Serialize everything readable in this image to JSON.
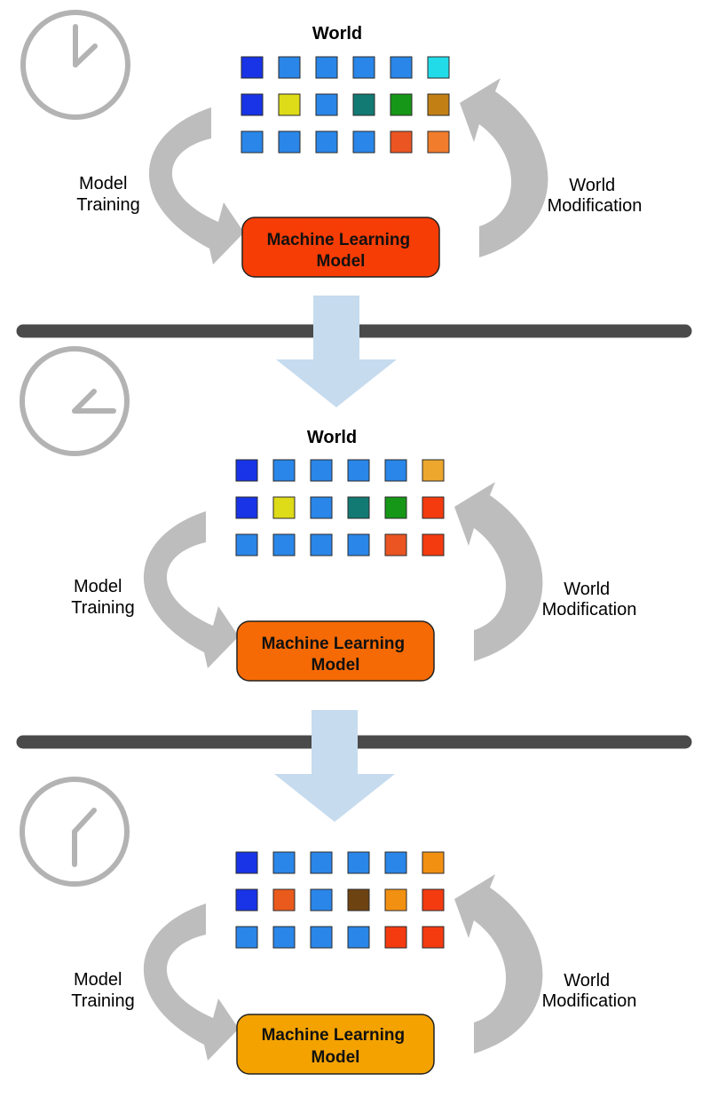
{
  "colors": {
    "clock": "#b3b3b3",
    "curved_arrow": "#bdbdbd",
    "separator": "#4a4a4a",
    "down_arrow": "#c6dbee",
    "cell_border": "#2a2a2a"
  },
  "panels": [
    {
      "world_title": "World",
      "clock_icon": "clock-icon-12",
      "grid": [
        [
          "#1834e6",
          "#2a86e8",
          "#2a86e8",
          "#2a86e8",
          "#2a86e8",
          "#22dbe8"
        ],
        [
          "#1834e6",
          "#dedb18",
          "#2a86e8",
          "#127a73",
          "#179717",
          "#c28014"
        ],
        [
          "#2a86e8",
          "#2a86e8",
          "#2a86e8",
          "#2a86e8",
          "#ea5522",
          "#f07c2c"
        ]
      ],
      "left_label": [
        "Model",
        "Training"
      ],
      "right_label": [
        "World",
        "Modification"
      ],
      "model_label": [
        "Machine Learning",
        "Model"
      ],
      "model_color": "#f53d05"
    },
    {
      "world_title": "World",
      "clock_icon": "clock-icon-3",
      "grid": [
        [
          "#1834e6",
          "#2a86e8",
          "#2a86e8",
          "#2a86e8",
          "#2a86e8",
          "#eca72c"
        ],
        [
          "#1834e6",
          "#dedb18",
          "#2a86e8",
          "#127a73",
          "#179717",
          "#f43b10"
        ],
        [
          "#2a86e8",
          "#2a86e8",
          "#2a86e8",
          "#2a86e8",
          "#ea5522",
          "#f43b10"
        ]
      ],
      "left_label": [
        "Model",
        "Training"
      ],
      "right_label": [
        "World",
        "Modification"
      ],
      "model_label": [
        "Machine Learning",
        "Model"
      ],
      "model_color": "#f56a05"
    },
    {
      "world_title": "",
      "clock_icon": "clock-icon-7",
      "grid": [
        [
          "#1834e6",
          "#2a86e8",
          "#2a86e8",
          "#2a86e8",
          "#2a86e8",
          "#f29012"
        ],
        [
          "#1834e6",
          "#ea5a1c",
          "#2a86e8",
          "#6e4312",
          "#f29012",
          "#f43b10"
        ],
        [
          "#2a86e8",
          "#2a86e8",
          "#2a86e8",
          "#2a86e8",
          "#f43b10",
          "#f43b10"
        ]
      ],
      "left_label": [
        "Model",
        "Training"
      ],
      "right_label": [
        "World",
        "Modification"
      ],
      "model_label": [
        "Machine Learning",
        "Model"
      ],
      "model_color": "#f3a200"
    }
  ]
}
